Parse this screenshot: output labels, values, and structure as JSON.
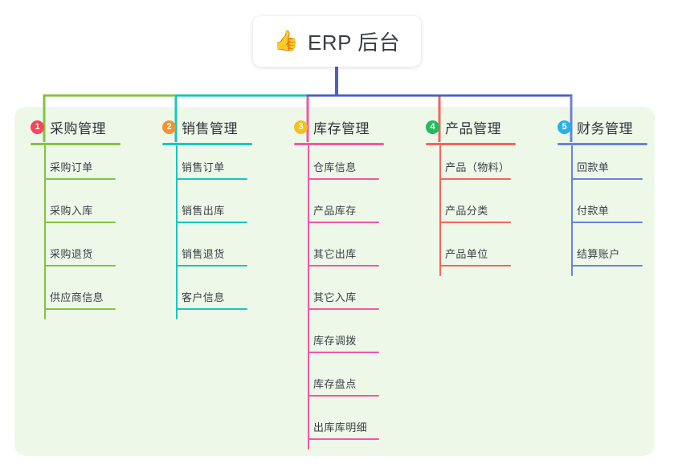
{
  "root": {
    "icon": "thumbs-up-icon",
    "icon_glyph": "👍",
    "label": "ERP 后台"
  },
  "theme": {
    "panel_bg": "#eef8e9",
    "page_bg": "#ffffff",
    "root_connector": "#4f60c4",
    "text": "#3a3f45"
  },
  "branches": [
    {
      "number": "1",
      "title": "采购管理",
      "badge_color": "#f4455c",
      "line_color": "#82c341",
      "children": [
        "采购订单",
        "采购入库",
        "采购退货",
        "供应商信息"
      ]
    },
    {
      "number": "2",
      "title": "销售管理",
      "badge_color": "#f39233",
      "line_color": "#17c7bd",
      "children": [
        "销售订单",
        "销售出库",
        "销售退货",
        "客户信息"
      ]
    },
    {
      "number": "3",
      "title": "库存管理",
      "badge_color": "#f5c020",
      "line_color": "#ef59a5",
      "children": [
        "仓库信息",
        "产品库存",
        "其它出库",
        "其它入库",
        "库存调拨",
        "库存盘点",
        "出库库明细"
      ]
    },
    {
      "number": "4",
      "title": "产品管理",
      "badge_color": "#22bc5e",
      "line_color": "#f4645f",
      "children": [
        "产品（物料）",
        "产品分类",
        "产品单位"
      ]
    },
    {
      "number": "5",
      "title": "财务管理",
      "badge_color": "#29b0ea",
      "line_color": "#6a82d8",
      "children": [
        "回款单",
        "付款单",
        "结算账户"
      ]
    }
  ]
}
